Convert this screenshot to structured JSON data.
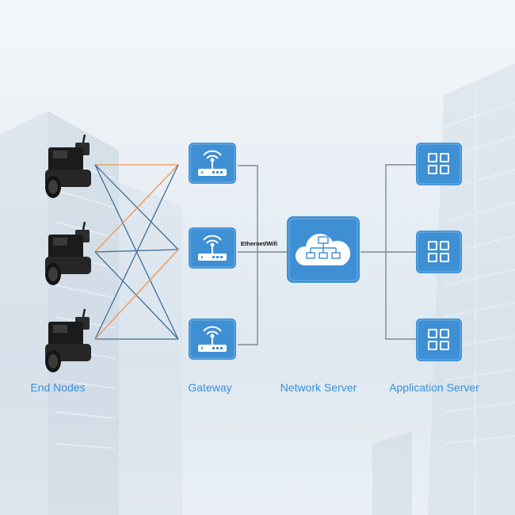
{
  "labels": {
    "end_nodes": "End Nodes",
    "gateway": "Gateway",
    "network_server": "Network Server",
    "application_server": "Application Server",
    "link": "Ethernet/Wifi"
  },
  "colors": {
    "accent": "#3a8fd6",
    "tile": "#3e8fd4",
    "orange_link": "#f0944e",
    "blue_link": "#3f6f99",
    "line": "#7f8a93"
  }
}
